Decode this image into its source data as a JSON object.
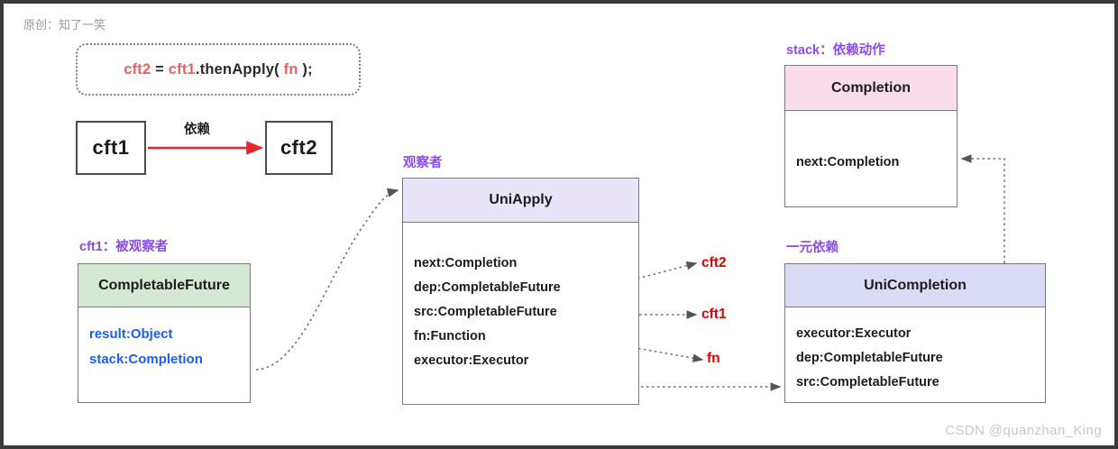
{
  "page": {
    "attribution": "原创：知了一笑",
    "watermark": "CSDN @quanzhan_King",
    "colors": {
      "green_header": "#d5e8d4",
      "lavender_header": "#e9e4f7",
      "pink_header": "#fbdceb",
      "periwinkle_header": "#dadcf7",
      "purple_caption": "#8c4ce8",
      "red_arrow": "#e8262c",
      "red_label": "#e00000",
      "blue_field": "#1c5ef5",
      "code_red": "#e8615f",
      "box_border": "#7a7a7a"
    }
  },
  "code_box": {
    "seg_var": "cft2",
    "seg_eq": " = ",
    "seg_src": "cft1",
    "seg_method": ".thenApply( ",
    "seg_fn": "fn",
    "seg_tail": " );"
  },
  "flow": {
    "cft1_label": "cft1",
    "cft2_label": "cft2",
    "dependency_label": "依赖"
  },
  "captions": {
    "cft1_observed": "cft1：被观察者",
    "observer": "观察者",
    "stack_action": "stack：依赖动作",
    "unary_dependency": "一元依赖"
  },
  "classes": {
    "completablefuture": {
      "title": "CompletableFuture",
      "fields": [
        "result:Object",
        "stack:Completion"
      ]
    },
    "uniapply": {
      "title": "UniApply",
      "fields": [
        "next:Completion",
        "dep:CompletableFuture",
        "src:CompletableFuture",
        "fn:Function",
        "executor:Executor"
      ]
    },
    "completion": {
      "title": "Completion",
      "fields": [
        "next:Completion"
      ]
    },
    "unicompletion": {
      "title": "UniCompletion",
      "fields": [
        "executor:Executor",
        "dep:CompletableFuture",
        "src:CompletableFuture"
      ]
    }
  },
  "refs": {
    "cft2": "cft2",
    "cft1": "cft1",
    "fn": "fn"
  }
}
